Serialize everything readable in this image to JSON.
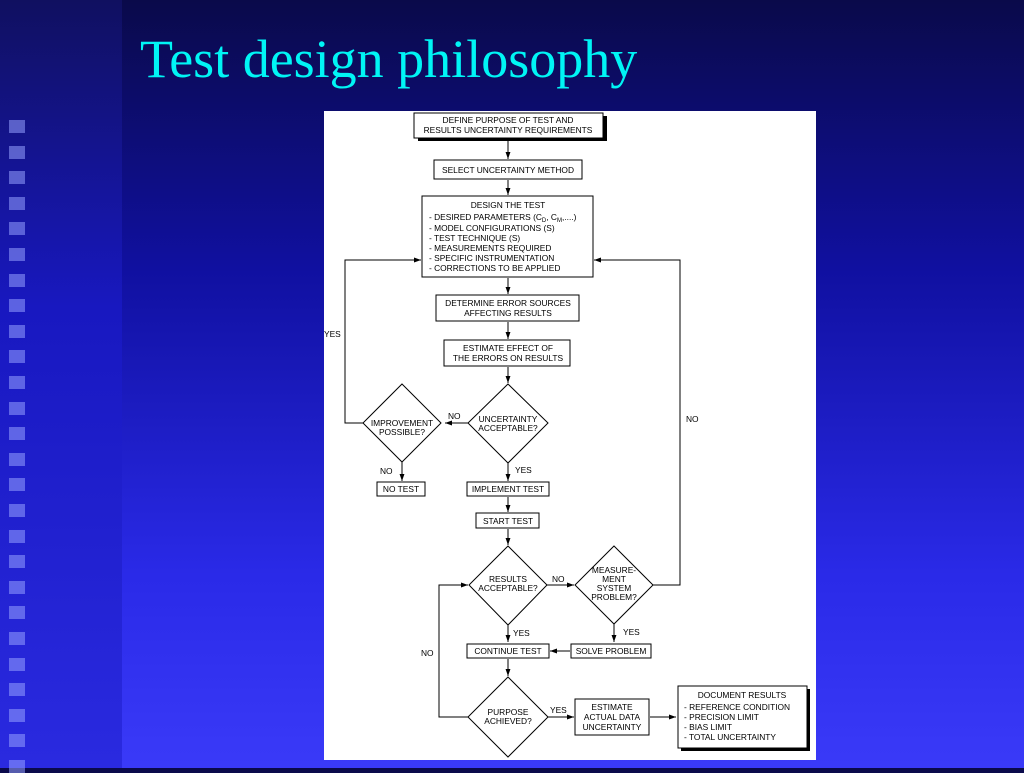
{
  "slide": {
    "title": "Test design philosophy"
  },
  "flowchart": {
    "define_purpose": [
      "DEFINE PURPOSE OF TEST AND",
      "RESULTS UNCERTAINTY REQUIREMENTS"
    ],
    "select_method": "SELECT UNCERTAINTY METHOD",
    "design_test": {
      "heading": "DESIGN THE TEST",
      "params_prefix": "-  DESIRED PARAMETERS (C",
      "params_sub1": "D",
      "params_mid": ", C",
      "params_sub2": "M",
      "params_suffix": ",....)",
      "items": [
        "-  MODEL CONFIGURATIONS (S)",
        "-  TEST TECHNIQUE (S)",
        "-  MEASUREMENTS REQUIRED",
        "-  SPECIFIC INSTRUMENTATION",
        "-  CORRECTIONS TO BE APPLIED"
      ]
    },
    "error_sources": [
      "DETERMINE ERROR SOURCES",
      "AFFECTING RESULTS"
    ],
    "estimate_effect": [
      "ESTIMATE EFFECT OF",
      "THE ERRORS ON RESULTS"
    ],
    "uncertainty_acceptable": [
      "UNCERTAINTY",
      "ACCEPTABLE?"
    ],
    "improvement_possible": [
      "IMPROVEMENT",
      "POSSIBLE?"
    ],
    "no_test": "NO TEST",
    "implement_test": "IMPLEMENT TEST",
    "start_test": "START TEST",
    "results_acceptable": [
      "RESULTS",
      "ACCEPTABLE?"
    ],
    "measurement_problem": [
      "MEASURE-",
      "MENT",
      "SYSTEM",
      "PROBLEM?"
    ],
    "continue_test": "CONTINUE TEST",
    "solve_problem": "SOLVE PROBLEM",
    "purpose_achieved": [
      "PURPOSE",
      "ACHIEVED?"
    ],
    "estimate_uncertainty": [
      "ESTIMATE",
      "ACTUAL DATA",
      "UNCERTAINTY"
    ],
    "document_results": {
      "heading": "DOCUMENT RESULTS",
      "items": [
        "-  REFERENCE CONDITION",
        "-  PRECISION LIMIT",
        "-  BIAS LIMIT",
        "-  TOTAL UNCERTAINTY"
      ]
    },
    "labels": {
      "yes_left": "YES",
      "no_uncert": "NO",
      "no_improve": "NO",
      "yes_uncert": "YES",
      "no_right": "NO",
      "no_results": "NO",
      "yes_results": "YES",
      "yes_measure": "YES",
      "no_purpose": "NO",
      "yes_purpose": "YES"
    }
  }
}
